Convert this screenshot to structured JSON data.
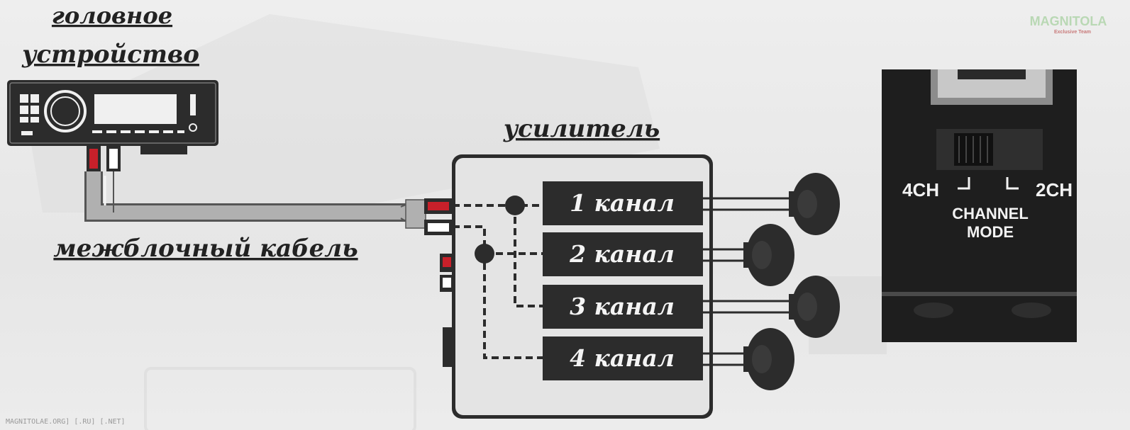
{
  "labels": {
    "head_unit_line1": "головное",
    "head_unit_line2": "устройство",
    "amplifier": "усилитель",
    "cable": "межблочный кабель"
  },
  "channels": [
    {
      "label": "1 канал"
    },
    {
      "label": "2 канал"
    },
    {
      "label": "3 канал"
    },
    {
      "label": "4 канал"
    }
  ],
  "switch_panel": {
    "left_mode": "4CH",
    "right_mode": "2CH",
    "title_line1": "CHANNEL",
    "title_line2": "MODE"
  },
  "watermark_logo": "MAGNITOLA",
  "watermark_logo_sub": "Exclusive Team",
  "footer_watermark": "MAGNITOLAE.ORG] [.RU] [.NET]",
  "colors": {
    "signal_red": "#c8202a",
    "unit_dark": "#2c2c2c",
    "cable_gray": "#b0b0b0",
    "panel_dark": "#1e1e1e"
  }
}
